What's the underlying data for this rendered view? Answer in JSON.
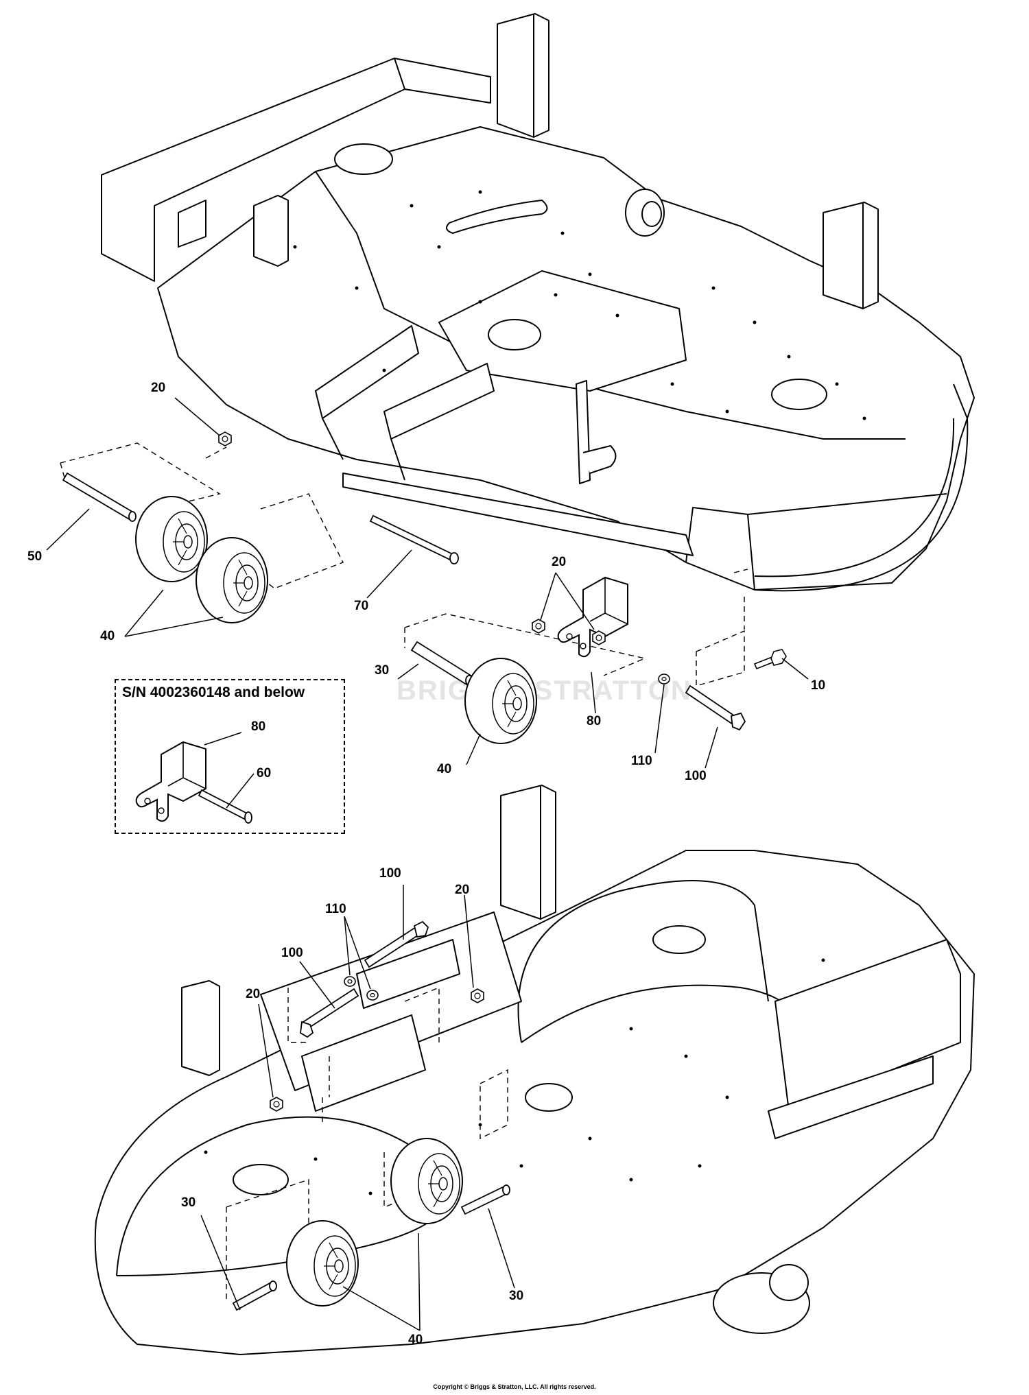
{
  "inset": {
    "title": "S/N 4002360148 and below"
  },
  "watermark": "BRIGGS&STRATTON",
  "copyright": "Copyright © Briggs & Stratton, LLC. All rights reserved.",
  "callouts": {
    "c01": "20",
    "c02": "50",
    "c03": "40",
    "c04": "70",
    "c05": "20",
    "c06": "10",
    "c07": "30",
    "c08": "80",
    "c09": "40",
    "c10": "110",
    "c11": "100",
    "c12": "80",
    "c13": "60",
    "c14": "100",
    "c15": "110",
    "c16": "20",
    "c17": "100",
    "c18": "20",
    "c19": "30",
    "c20": "30",
    "c21": "40"
  }
}
